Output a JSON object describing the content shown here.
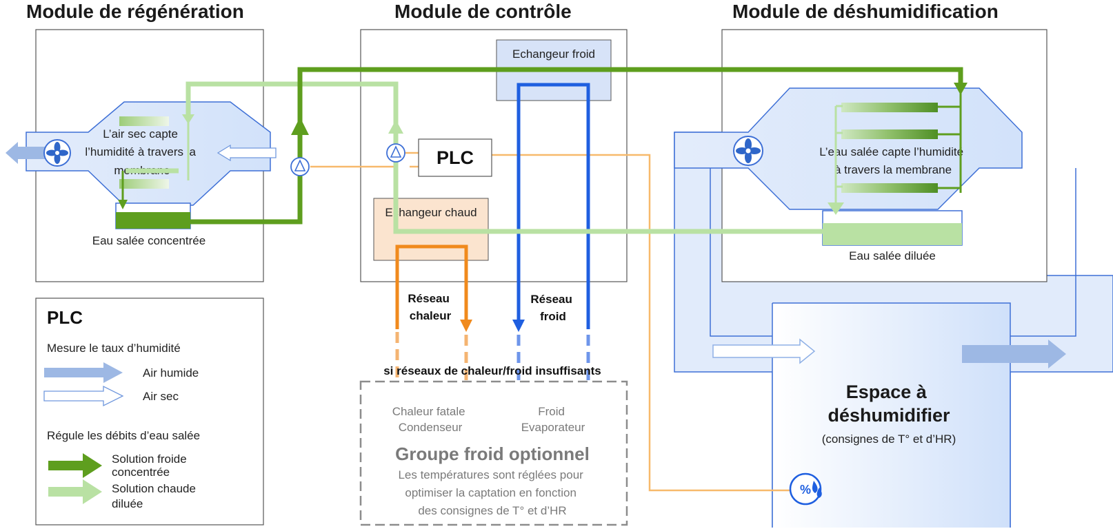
{
  "titles": {
    "regen": "Module de régénération",
    "control": "Module de contrôle",
    "dehum": "Module de déshumidification"
  },
  "regen": {
    "caption": [
      "L’air sec capte",
      "l’humidité à travers la",
      "membrane"
    ],
    "tank_label": "Eau salée concentrée"
  },
  "control": {
    "cold_exchanger": "Echangeur froid",
    "hot_exchanger": "Echangeur chaud",
    "plc": "PLC",
    "heat_network": [
      "Réseau",
      "chaleur"
    ],
    "cold_network": [
      "Réseau",
      "froid"
    ],
    "insufficient_note": "si réseaux de chaleur/froid insuffisants"
  },
  "dehum": {
    "caption": [
      "L’eau salée capte l’humidité",
      "à travers la membrane"
    ],
    "tank_label": "Eau salée diluée"
  },
  "optional_group": {
    "heat_label": [
      "Chaleur fatale",
      "Condenseur"
    ],
    "cold_label": [
      "Froid",
      "Evaporateur"
    ],
    "title": "Groupe froid optionnel",
    "description": [
      "Les températures sont réglées pour",
      "optimiser la captation en fonction",
      "des consignes de T° et d’HR"
    ]
  },
  "space": {
    "title": [
      "Espace à",
      "déshumidifier"
    ],
    "subtitle": "(consignes de T° et d’HR)"
  },
  "legend": {
    "title": "PLC",
    "measure": "Mesure le taux d’humidité",
    "humid_air": "Air humide",
    "dry_air": "Air sec",
    "regulate": "Régule les débits d’eau salée",
    "cold_solution": [
      "Solution froide",
      "concentrée"
    ],
    "hot_solution": [
      "Solution chaude",
      "diluée"
    ]
  },
  "colors": {
    "dark_green": "#5e9e1e",
    "light_green": "#b9e1a3",
    "orange_line": "#f7b96b",
    "heat_orange": "#f08a1d",
    "cold_blue": "#1f5fe0",
    "humid_air": "#9db8e4",
    "module_border": "#3d6fd6"
  },
  "icons": [
    "fan-icon",
    "pump-icon",
    "humidity-sensor-icon"
  ]
}
